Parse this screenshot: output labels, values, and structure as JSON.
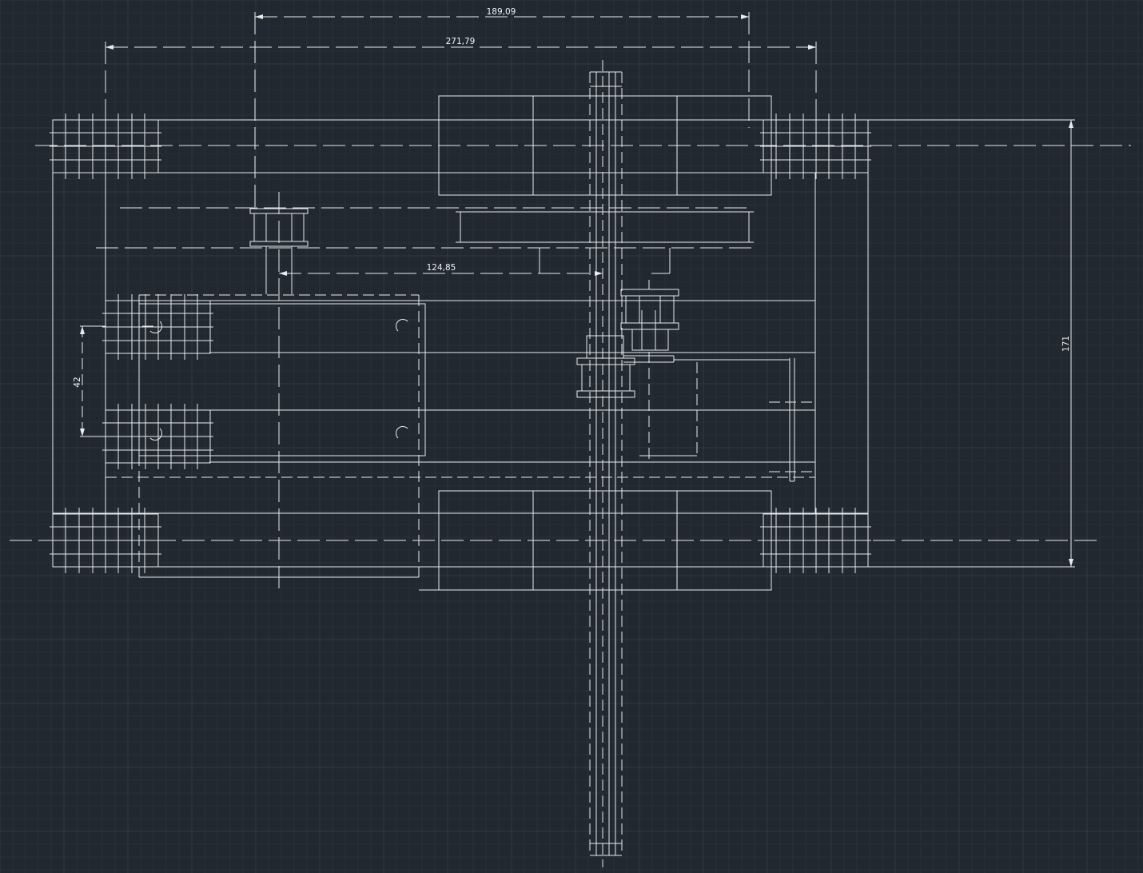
{
  "drawing": {
    "background": "#212830",
    "grid_minor": "#28303a",
    "grid_major": "#303a45",
    "line_color": "#e8ecef"
  },
  "dimensions": {
    "top_inner": "189,09",
    "top_outer": "271,79",
    "middle": "124,85",
    "right_vertical": "171",
    "left_vertical": "42"
  }
}
